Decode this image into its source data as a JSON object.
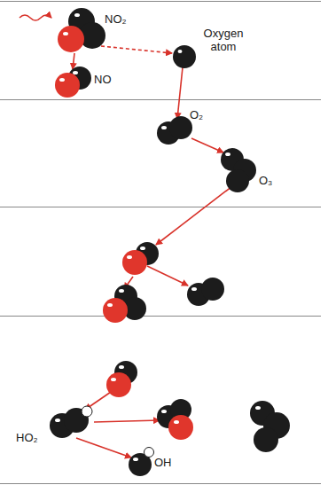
{
  "diagram": {
    "labels": [
      "NO₂",
      "Oxygen atom",
      "NO",
      "O₂",
      "O₃",
      "HO₂",
      "OH"
    ]
  }
}
